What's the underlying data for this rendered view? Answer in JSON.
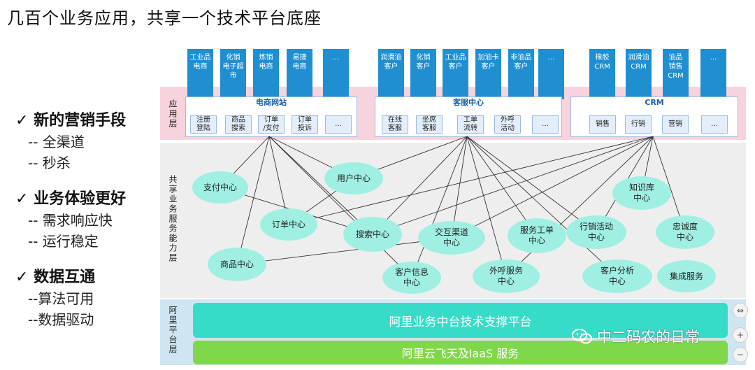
{
  "title": "几百个业务应用，共享一个技术平台底座",
  "bullets": [
    {
      "head": "新的营销手段",
      "subs": [
        "-- 全渠道",
        "-- 秒杀"
      ]
    },
    {
      "head": "业务体验更好",
      "subs": [
        "-- 需求响应快",
        "-- 运行稳定"
      ]
    },
    {
      "head": "数据互通",
      "subs": [
        "--算法可用",
        "--数据驱动"
      ]
    }
  ],
  "check_mark": "✓",
  "layers": {
    "app": "应用层",
    "shared": "共享业务服务能力层",
    "ali": "阿里平台层"
  },
  "towers": [
    "工业品\n电商",
    "化销\n电子超市",
    "炼销\n电商",
    "易捷\n电商",
    "…",
    "润滑油\n客户",
    "化销\n客户",
    "工业品\n客户",
    "加油卡\n客户",
    "非油品\n客户",
    "…",
    "橡胶\nCRM",
    "润滑油\nCRM",
    "油品\n销售\nCRM",
    "…"
  ],
  "groups": [
    {
      "title": "电商网站",
      "subs": [
        "注册\n登陆",
        "商品\n搜索",
        "订单\n/支付",
        "订单\n投诉",
        "…"
      ]
    },
    {
      "title": "客服中心",
      "subs": [
        "在线\n客服",
        "坐席\n客服",
        "工单\n流转",
        "外呼\n活动",
        "…"
      ]
    },
    {
      "title": "CRM",
      "subs": [
        "销售",
        "行销",
        "营销",
        "…"
      ]
    }
  ],
  "centers": [
    "支付中心",
    "用户中心",
    "订单中心",
    "搜索中心",
    "交互渠道\n中心",
    "服务工单\n中心",
    "行销活动\n中心",
    "知识库\n中心",
    "忠诚度\n中心",
    "商品中心",
    "客户信息\n中心",
    "外呼服务\n中心",
    "客户分析\n中心",
    "集成服务"
  ],
  "platform": {
    "top": "阿里业务中台技术支撑平台",
    "bottom": "阿里云飞天及IaaS 服务"
  },
  "watermark": "中二码农的日常",
  "zoom": {
    "fit": "⇔",
    "plus": "+",
    "minus": "−"
  },
  "colors": {
    "tower": "#1f8fd1",
    "app_layer": "#f7d3dd",
    "shared_layer": "#eeeeee",
    "ali_layer": "#cfe6f2",
    "center": "#9ff0e3",
    "platform": "#37dcc9",
    "cloud": "#7fd84a"
  }
}
